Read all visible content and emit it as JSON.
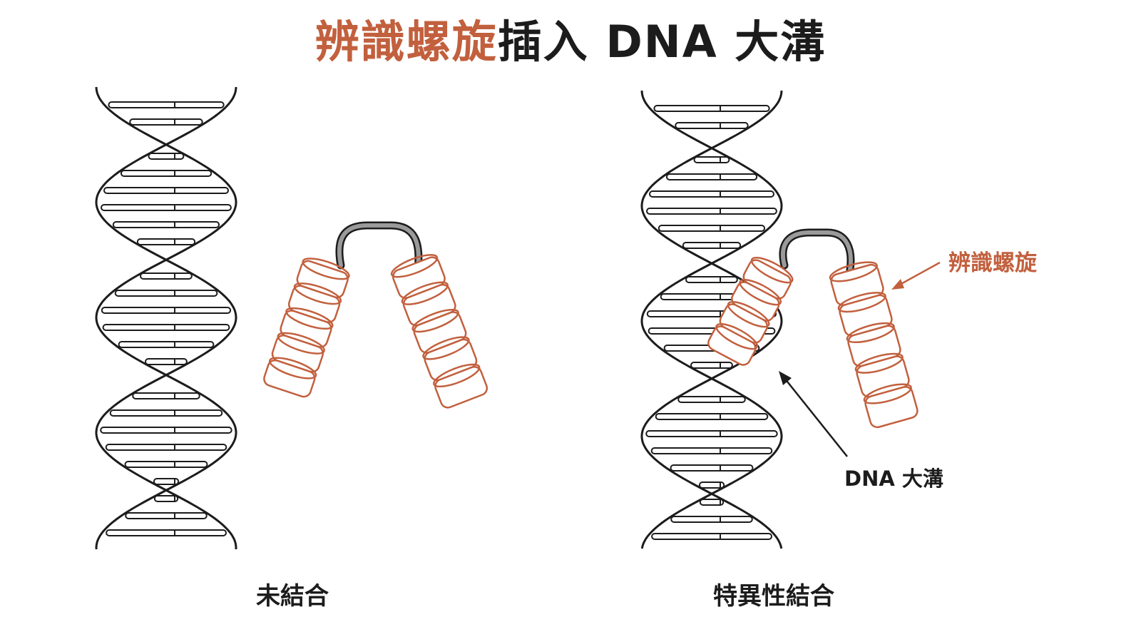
{
  "title": {
    "highlight": "辨識螺旋",
    "rest": "插入 DNA 大溝"
  },
  "captions": {
    "left": "未結合",
    "right": "特異性結合"
  },
  "labels": {
    "recognition_helix": "辨識螺旋",
    "major_groove": "DNA 大溝"
  },
  "colors": {
    "accent": "#c2603e",
    "ink": "#1c1c1c",
    "linker": "#8a8a8a"
  }
}
